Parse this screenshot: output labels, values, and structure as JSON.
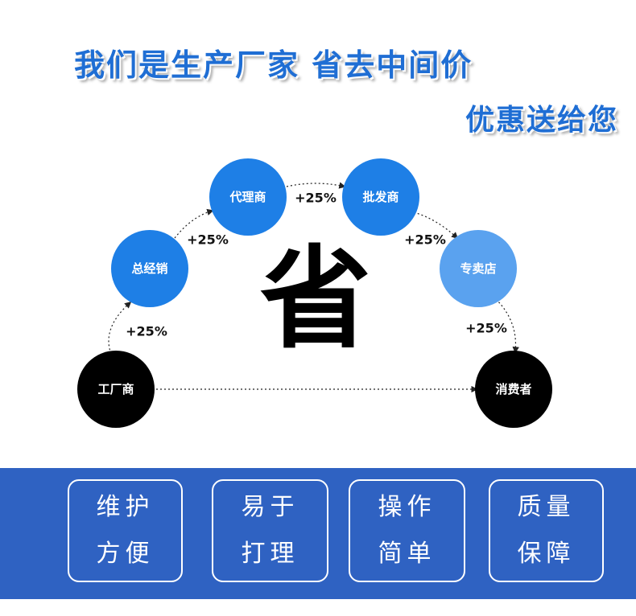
{
  "headline": {
    "line1": "我们是生产厂家 省去中间价",
    "line2": "优惠送给您"
  },
  "flow": {
    "nodes": [
      {
        "id": "factory",
        "label": "工厂商",
        "color": "#000000"
      },
      {
        "id": "general-distributor",
        "label": "总经销",
        "color": "#1e7fe6"
      },
      {
        "id": "agent",
        "label": "代理商",
        "color": "#1e7fe6"
      },
      {
        "id": "wholesaler",
        "label": "批发商",
        "color": "#1e7fe6"
      },
      {
        "id": "store",
        "label": "专卖店",
        "color": "#5aa2ef"
      },
      {
        "id": "consumer",
        "label": "消费者",
        "color": "#000000"
      }
    ],
    "markups": [
      "+25%",
      "+25%",
      "+25%",
      "+25%",
      "+25%"
    ],
    "center_text": "省"
  },
  "features": [
    {
      "line1": "维护",
      "line2": "方便"
    },
    {
      "line1": "易于",
      "line2": "打理"
    },
    {
      "line1": "操作",
      "line2": "简单"
    },
    {
      "line1": "质量",
      "line2": "保障"
    }
  ],
  "colors": {
    "headline": "#1f6ed4",
    "band": "#2f62c2",
    "primary_node": "#1e7fe6",
    "light_node": "#5aa2ef",
    "dark_node": "#000000"
  }
}
